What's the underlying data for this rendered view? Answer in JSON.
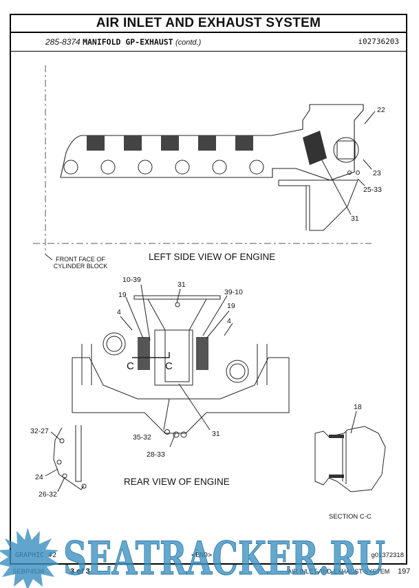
{
  "header": {
    "title": "AIR INLET AND EXHAUST SYSTEM",
    "part_number": "285-8374",
    "part_name": "MANIFOLD GP-EXHAUST",
    "contd": "(contd.)",
    "ref_id": "i02736203"
  },
  "left_view": {
    "caption": "LEFT SIDE VIEW OF ENGINE",
    "front_face_label": "FRONT FACE OF CYLINDER BLOCK",
    "callouts": [
      "22",
      "23",
      "25-33",
      "31"
    ]
  },
  "rear_view": {
    "caption": "REAR VIEW OF ENGINE",
    "callouts": [
      "10-39",
      "31",
      "39-10",
      "19",
      "19",
      "4",
      "4",
      "C",
      "C",
      "35-32",
      "31",
      "28-33",
      "32-27",
      "24",
      "26-32"
    ]
  },
  "section": {
    "caption": "SECTION C-C",
    "callouts": [
      "18"
    ]
  },
  "frame_footer": {
    "graphic": "GRAPHIC #2",
    "end": "<END>",
    "graphic_id": "g01372318"
  },
  "page_footer": {
    "doc": "SEBP4536",
    "page_of": "3 of 3",
    "section": "AIR INLET AND EXHAUST SYSTEM",
    "page": "197"
  },
  "watermark": {
    "text": "SEATRACKER.RU",
    "color": "#3a8fc0"
  }
}
